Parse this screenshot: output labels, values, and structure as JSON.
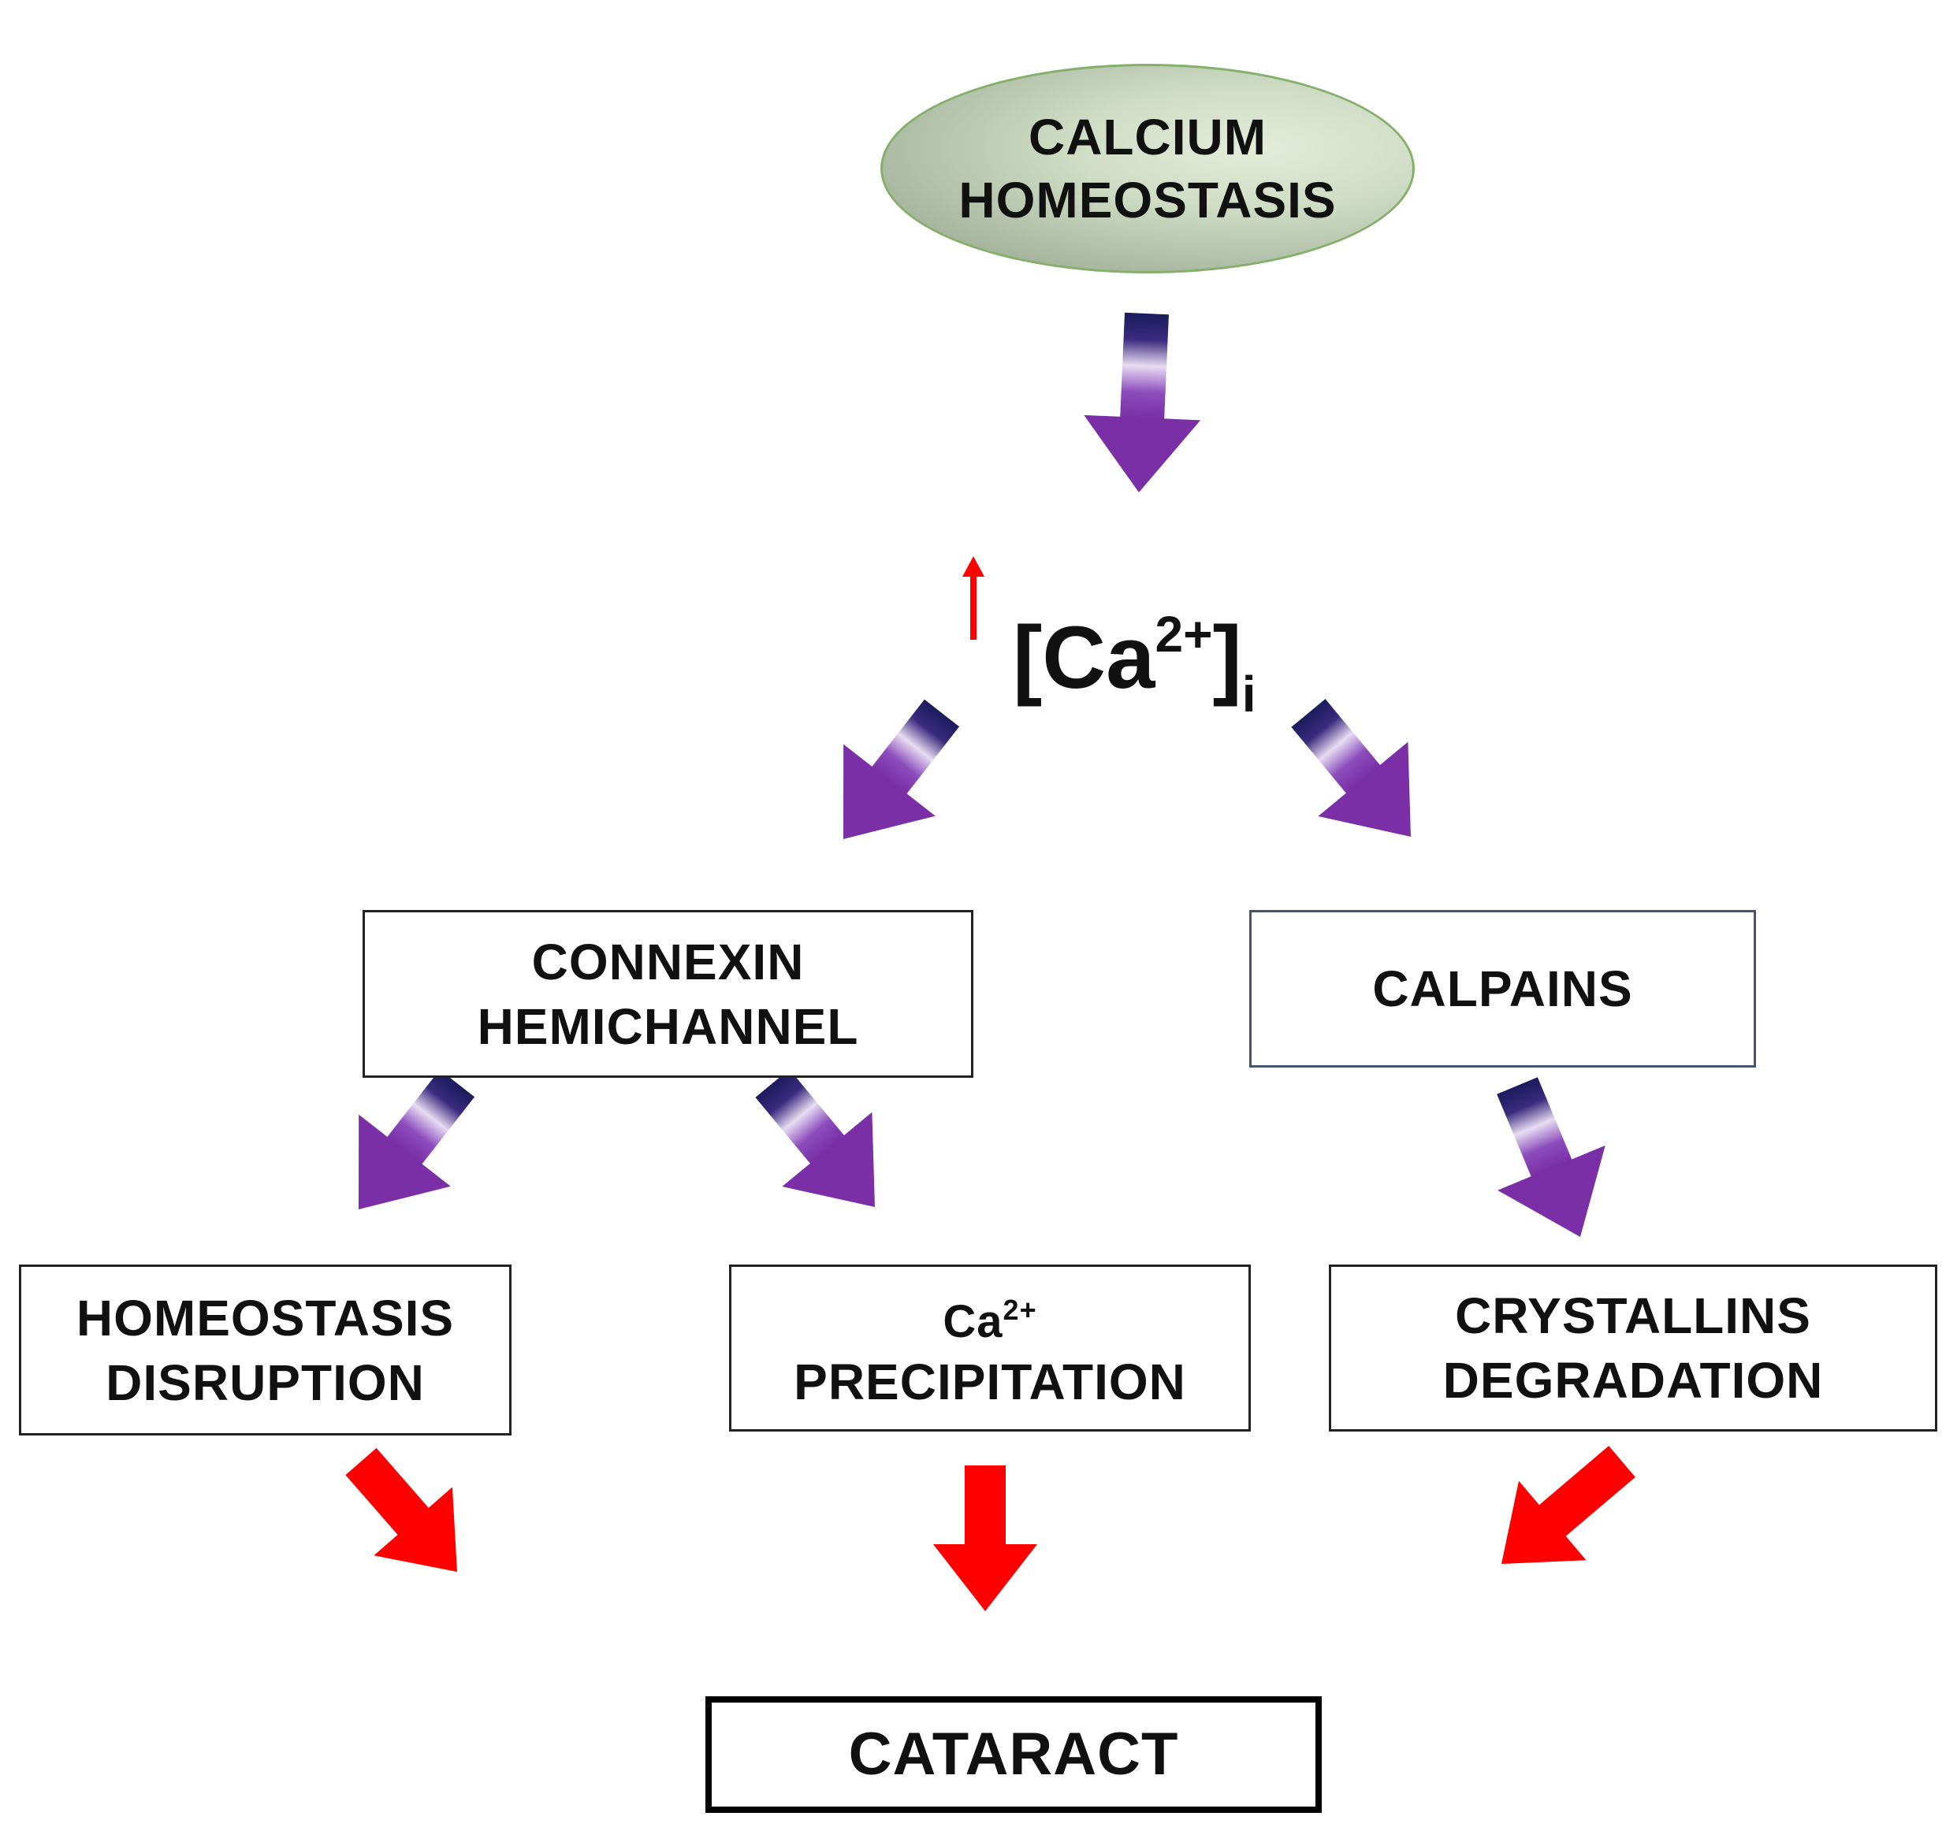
{
  "colors": {
    "purple_arrow": "#7b2fa6",
    "dark_arrow": "#1c1b5c",
    "red_arrow": "#ff0000",
    "ellipse_fill": "#b5c3ab",
    "ellipse_border": "#86b06a"
  },
  "top_node": {
    "line1": "CALCIUM",
    "line2": "HOMEOSTASIS"
  },
  "intracellular": {
    "up_icon": "red-up-arrow",
    "open": "[Ca",
    "sup": "2+",
    "close": "]",
    "sub": "i"
  },
  "connexin": {
    "line1": "CONNEXIN",
    "line2": "HEMICHANNEL"
  },
  "calpains": {
    "label": "CALPAINS"
  },
  "homeostasis_disruption": {
    "line1": "HOMEOSTASIS",
    "line2": "DISRUPTION"
  },
  "ca_precipitation": {
    "line1_base": "Ca",
    "line1_sup": "2+",
    "line2": "PRECIPITATION"
  },
  "crystallins": {
    "line1": "CRYSTALLINS",
    "line2": "DEGRADATION"
  },
  "cataract": {
    "label": "CATARACT"
  }
}
